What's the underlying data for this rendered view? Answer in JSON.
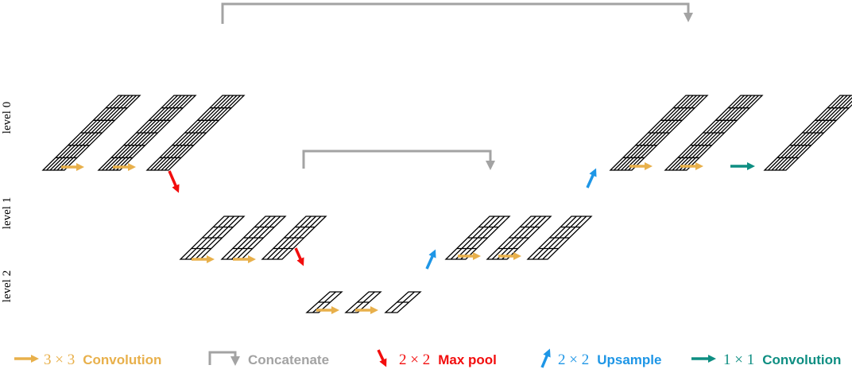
{
  "levels": [
    "level 0",
    "level 1",
    "level 2"
  ],
  "legend": [
    {
      "math": "3 × 3",
      "word": "Convolution",
      "color": "#E8B04B",
      "icon": "orange-right-arrow-icon"
    },
    {
      "math": "",
      "word": "Concatenate",
      "color": "#A3A3A3",
      "icon": "gray-bracket-arrow-icon"
    },
    {
      "math": "2 × 2",
      "word": "Max pool",
      "color": "#F20D0D",
      "icon": "red-down-arrow-icon"
    },
    {
      "math": "2 × 2",
      "word": "Upsample",
      "color": "#1E96E6",
      "icon": "blue-up-arrow-icon"
    },
    {
      "math": "1 × 1",
      "word": "Convolution",
      "color": "#0E8E82",
      "icon": "teal-right-arrow-icon"
    }
  ],
  "colors": {
    "convolution": "#E8B04B",
    "concatenate": "#A3A3A3",
    "maxpool": "#F20D0D",
    "upsample": "#1E96E6",
    "conv1x1": "#0E8E82",
    "grid": "#000000"
  }
}
